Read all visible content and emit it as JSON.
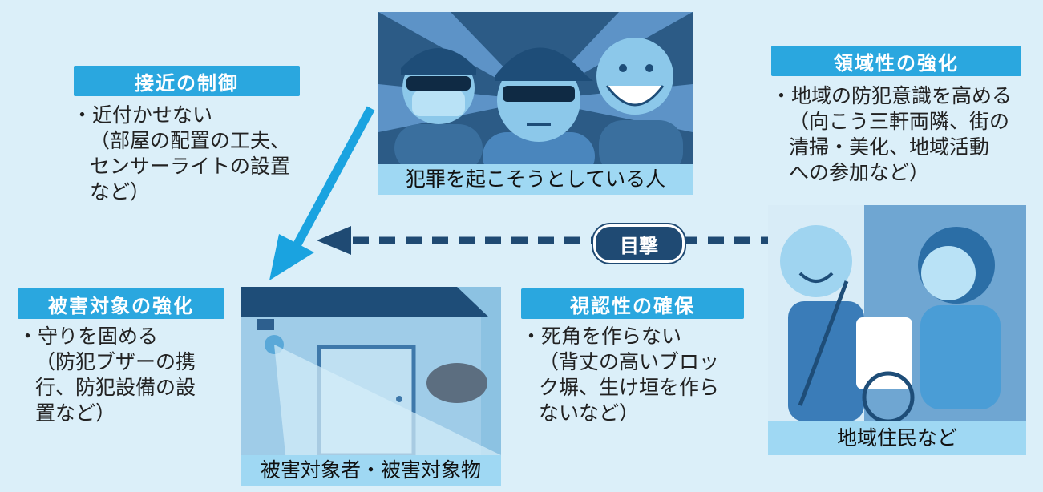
{
  "sections": {
    "approach": {
      "heading": "接近の制御",
      "bullet": "・近付かせない",
      "detail": [
        "（部屋の配置の工夫、",
        "センサーライトの設置",
        "など）"
      ]
    },
    "territory": {
      "heading": "領域性の強化",
      "bullet": "・地域の防犯意識を高める",
      "detail": [
        "（向こう三軒両隣、街の",
        "清掃・美化、地域活動",
        "への参加など）"
      ]
    },
    "target": {
      "heading": "被害対象の強化",
      "bullet": "・守りを固める",
      "detail": [
        "（防犯ブザーの携",
        "行、防犯設備の設",
        "置など）"
      ]
    },
    "visibility": {
      "heading": "視認性の確保",
      "bullet": "・死角を作らない",
      "detail": [
        "（背丈の高いブロッ",
        "ク塀、生け垣を作ら",
        "ないなど）"
      ]
    }
  },
  "illustrations": {
    "criminal_caption": "犯罪を起こそうとしている人",
    "target_caption": "被害対象者・被害対象物",
    "residents_caption": "地域住民など"
  },
  "arrow_label": "目撃",
  "colors": {
    "background": "#dbeff9",
    "heading": "#2aa7df",
    "arrow": "#2aa7df",
    "dashed_arrow": "#1f4a73",
    "caption_bg": "#9fd8f3"
  }
}
